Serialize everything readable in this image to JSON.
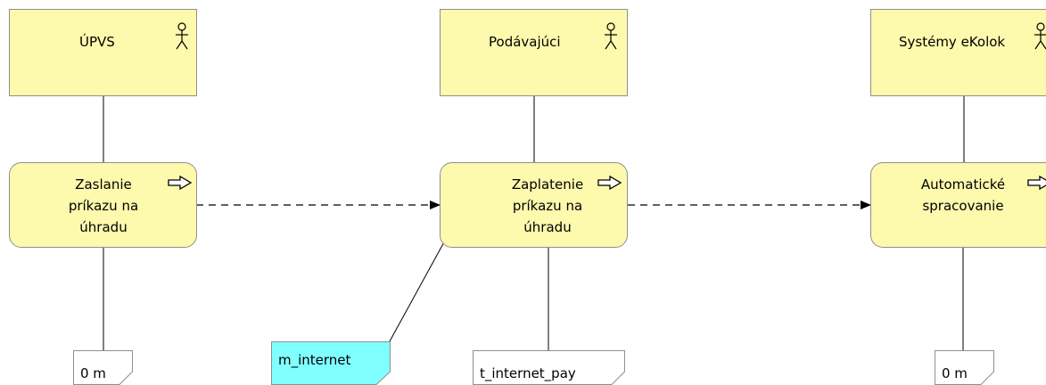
{
  "actors": [
    {
      "id": "upvs",
      "label": "ÚPVS",
      "icon": "actor-icon"
    },
    {
      "id": "podavajuci",
      "label": "Podávajúci",
      "icon": "actor-icon"
    },
    {
      "id": "systemy-ekolok",
      "label": "Systémy eKolok",
      "icon": "actor-icon"
    }
  ],
  "processes": [
    {
      "id": "zaslanie",
      "label": "Zaslanie\npríkazu na\núhradu",
      "icon": "process-arrow-icon"
    },
    {
      "id": "zaplatenie",
      "label": "Zaplatenie\npríkazu na\núhradu",
      "icon": "process-arrow-icon"
    },
    {
      "id": "automaticke",
      "label": "Automatické\nspracovanie",
      "icon": "process-arrow-icon"
    }
  ],
  "tags": [
    {
      "id": "time-left",
      "label": "0 m",
      "kind": "time"
    },
    {
      "id": "medium",
      "label": "m_internet",
      "kind": "medium",
      "color": "#80ffff"
    },
    {
      "id": "time-middle",
      "label": "t_internet_pay",
      "kind": "time"
    },
    {
      "id": "time-right",
      "label": "0 m",
      "kind": "time"
    }
  ],
  "colors": {
    "shape_fill": "#fdf9ad",
    "shape_border": "#8f8f8f",
    "medium_fill": "#80ffff",
    "line": "#000000"
  }
}
